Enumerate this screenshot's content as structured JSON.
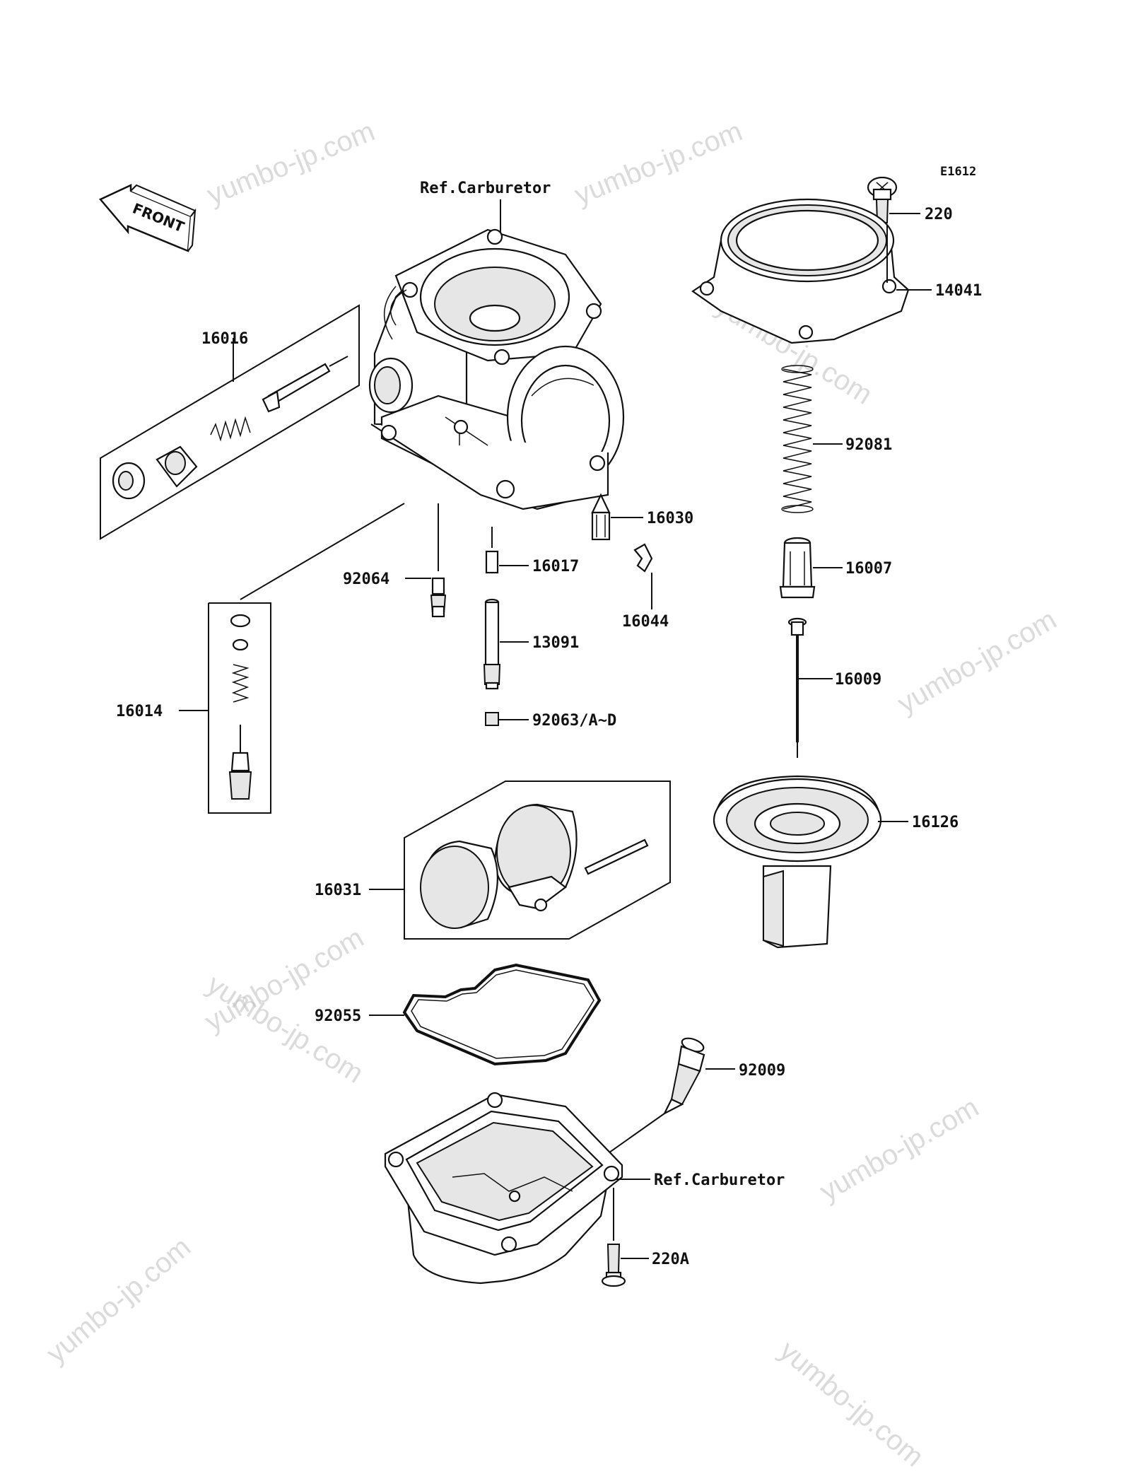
{
  "diagram": {
    "code": "E1612",
    "front_label": "FRONT",
    "ref_top": "Ref.Carburetor",
    "ref_bottom": "Ref.Carburetor"
  },
  "parts": {
    "p220": "220",
    "p14041": "14041",
    "p92081": "92081",
    "p16007": "16007",
    "p16009": "16009",
    "p16126": "16126",
    "p16016": "16016",
    "p16030": "16030",
    "p16017": "16017",
    "p92064": "92064",
    "p16044": "16044",
    "p13091": "13091",
    "p92063": "92063/A~D",
    "p16014": "16014",
    "p16031": "16031",
    "p92055": "92055",
    "p92009": "92009",
    "p220A": "220A"
  },
  "watermark": {
    "text": "yumbo-jp.com"
  }
}
